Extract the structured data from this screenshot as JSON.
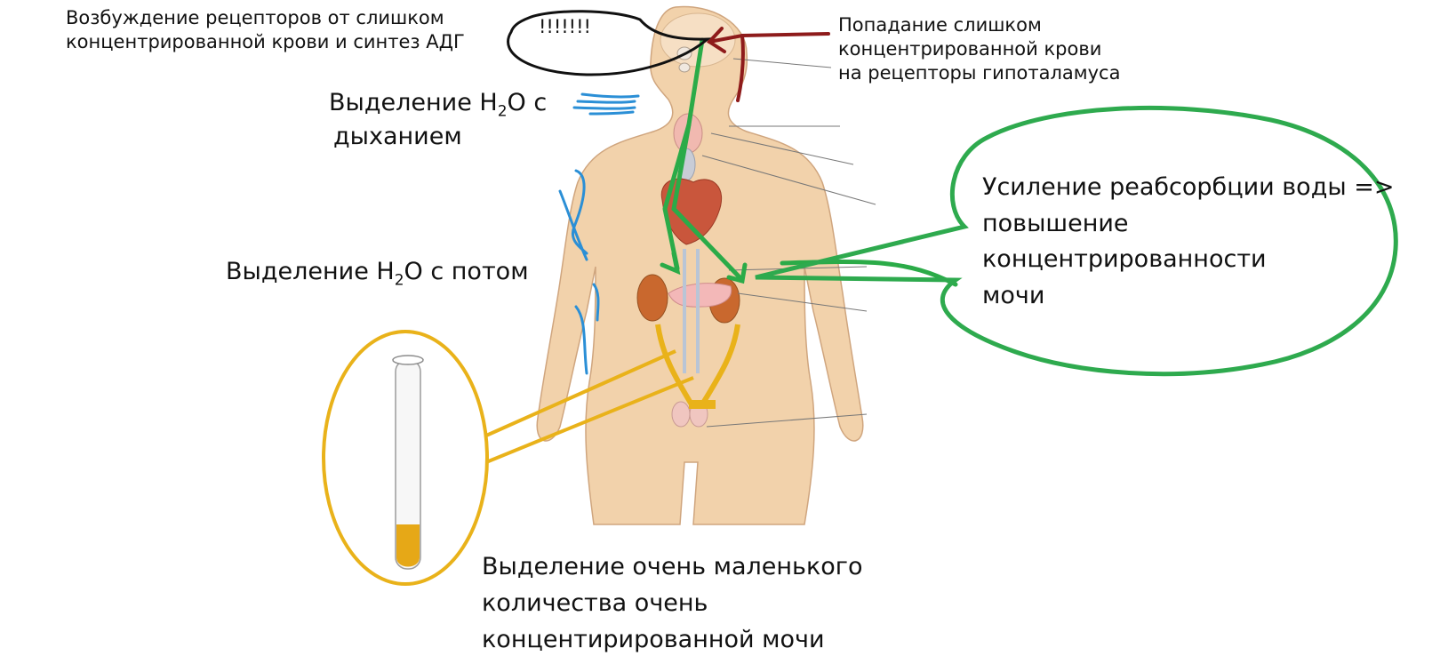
{
  "labels": {
    "receptor_excitation": [
      "Возбуждение рецепторов от слишком",
      "концентрированной крови и синтез АДГ"
    ],
    "exclaim": "!!!!!!!",
    "hypothalamus_input": [
      "Попадание слишком",
      "концентрированной крови",
      "на рецепторы гипоталамуса"
    ],
    "breath_water_pre": "Выделение H",
    "breath_water_sub": "2",
    "breath_water_post": "O с",
    "breath_water_line2": "дыханием",
    "sweat_water_pre": "Выделение H",
    "sweat_water_sub": "2",
    "sweat_water_post": "O с потом",
    "reabsorption": [
      "Усиление реабсорбции воды =>",
      "повышение",
      "концентрированности",
      "мочи"
    ],
    "urine_output": [
      "Выделение очень маленького",
      "количества очень",
      "концентирированной мочи"
    ]
  },
  "colors": {
    "pathway_green": "#2bab48",
    "ellipse_green": "#2eaa4e",
    "urine_yellow": "#e9b21a",
    "water_blue": "#2b8fd6",
    "blood_red": "#8e1b1b",
    "skin": "#f2d2ab"
  }
}
